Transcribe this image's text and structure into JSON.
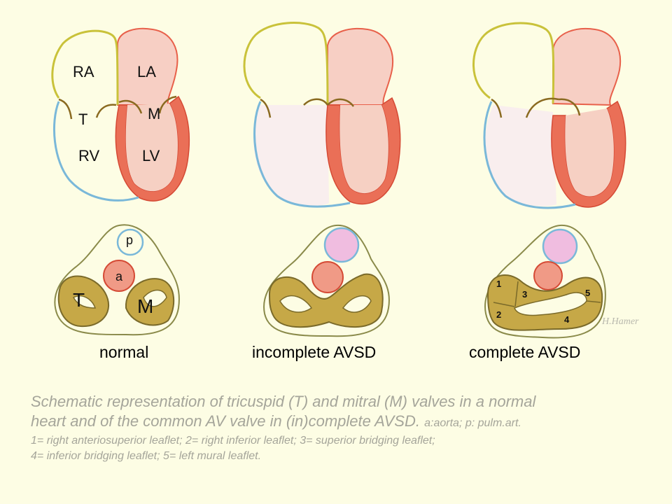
{
  "colors": {
    "background": "#fdfde4",
    "right_heart_blue": "#7ab8d9",
    "atrial_yellow": "#c9c23a",
    "left_heart_red": "#e8604a",
    "left_heart_fill": "#f7cfc4",
    "valve_gold": "#c6a847",
    "valve_outline": "#7a6a2a",
    "pulmonary_pink": "#f0bde0",
    "aorta_fill": "#f09a86",
    "caption_gray": "#a5a59a"
  },
  "panels": [
    {
      "title": "normal",
      "chambers": {
        "ra": "RA",
        "la": "LA",
        "rv": "RV",
        "lv": "LV"
      },
      "valves": {
        "tricuspid": "T",
        "mitral": "M"
      },
      "vessels": {
        "pulmonary": "p",
        "aorta": "a"
      },
      "valve_labels": {
        "tricuspid": "T",
        "mitral": "M"
      }
    },
    {
      "title": "incomplete AVSD"
    },
    {
      "title": "complete AVSD",
      "leaflets": [
        "1",
        "2",
        "3",
        "4",
        "5"
      ]
    }
  ],
  "signature": "H.Hamer",
  "caption": {
    "line1": "Schematic representation of tricuspid (T) and mitral (M) valves in a normal",
    "line2": "heart and of the common AV valve in (in)complete AVSD.",
    "line2_small": "a:aorta; p: pulm.art.",
    "line3": "1= right anteriosuperior leaflet; 2= right inferior leaflet; 3= superior bridging leaflet;",
    "line4": "4= inferior bridging leaflet; 5= left mural leaflet."
  }
}
